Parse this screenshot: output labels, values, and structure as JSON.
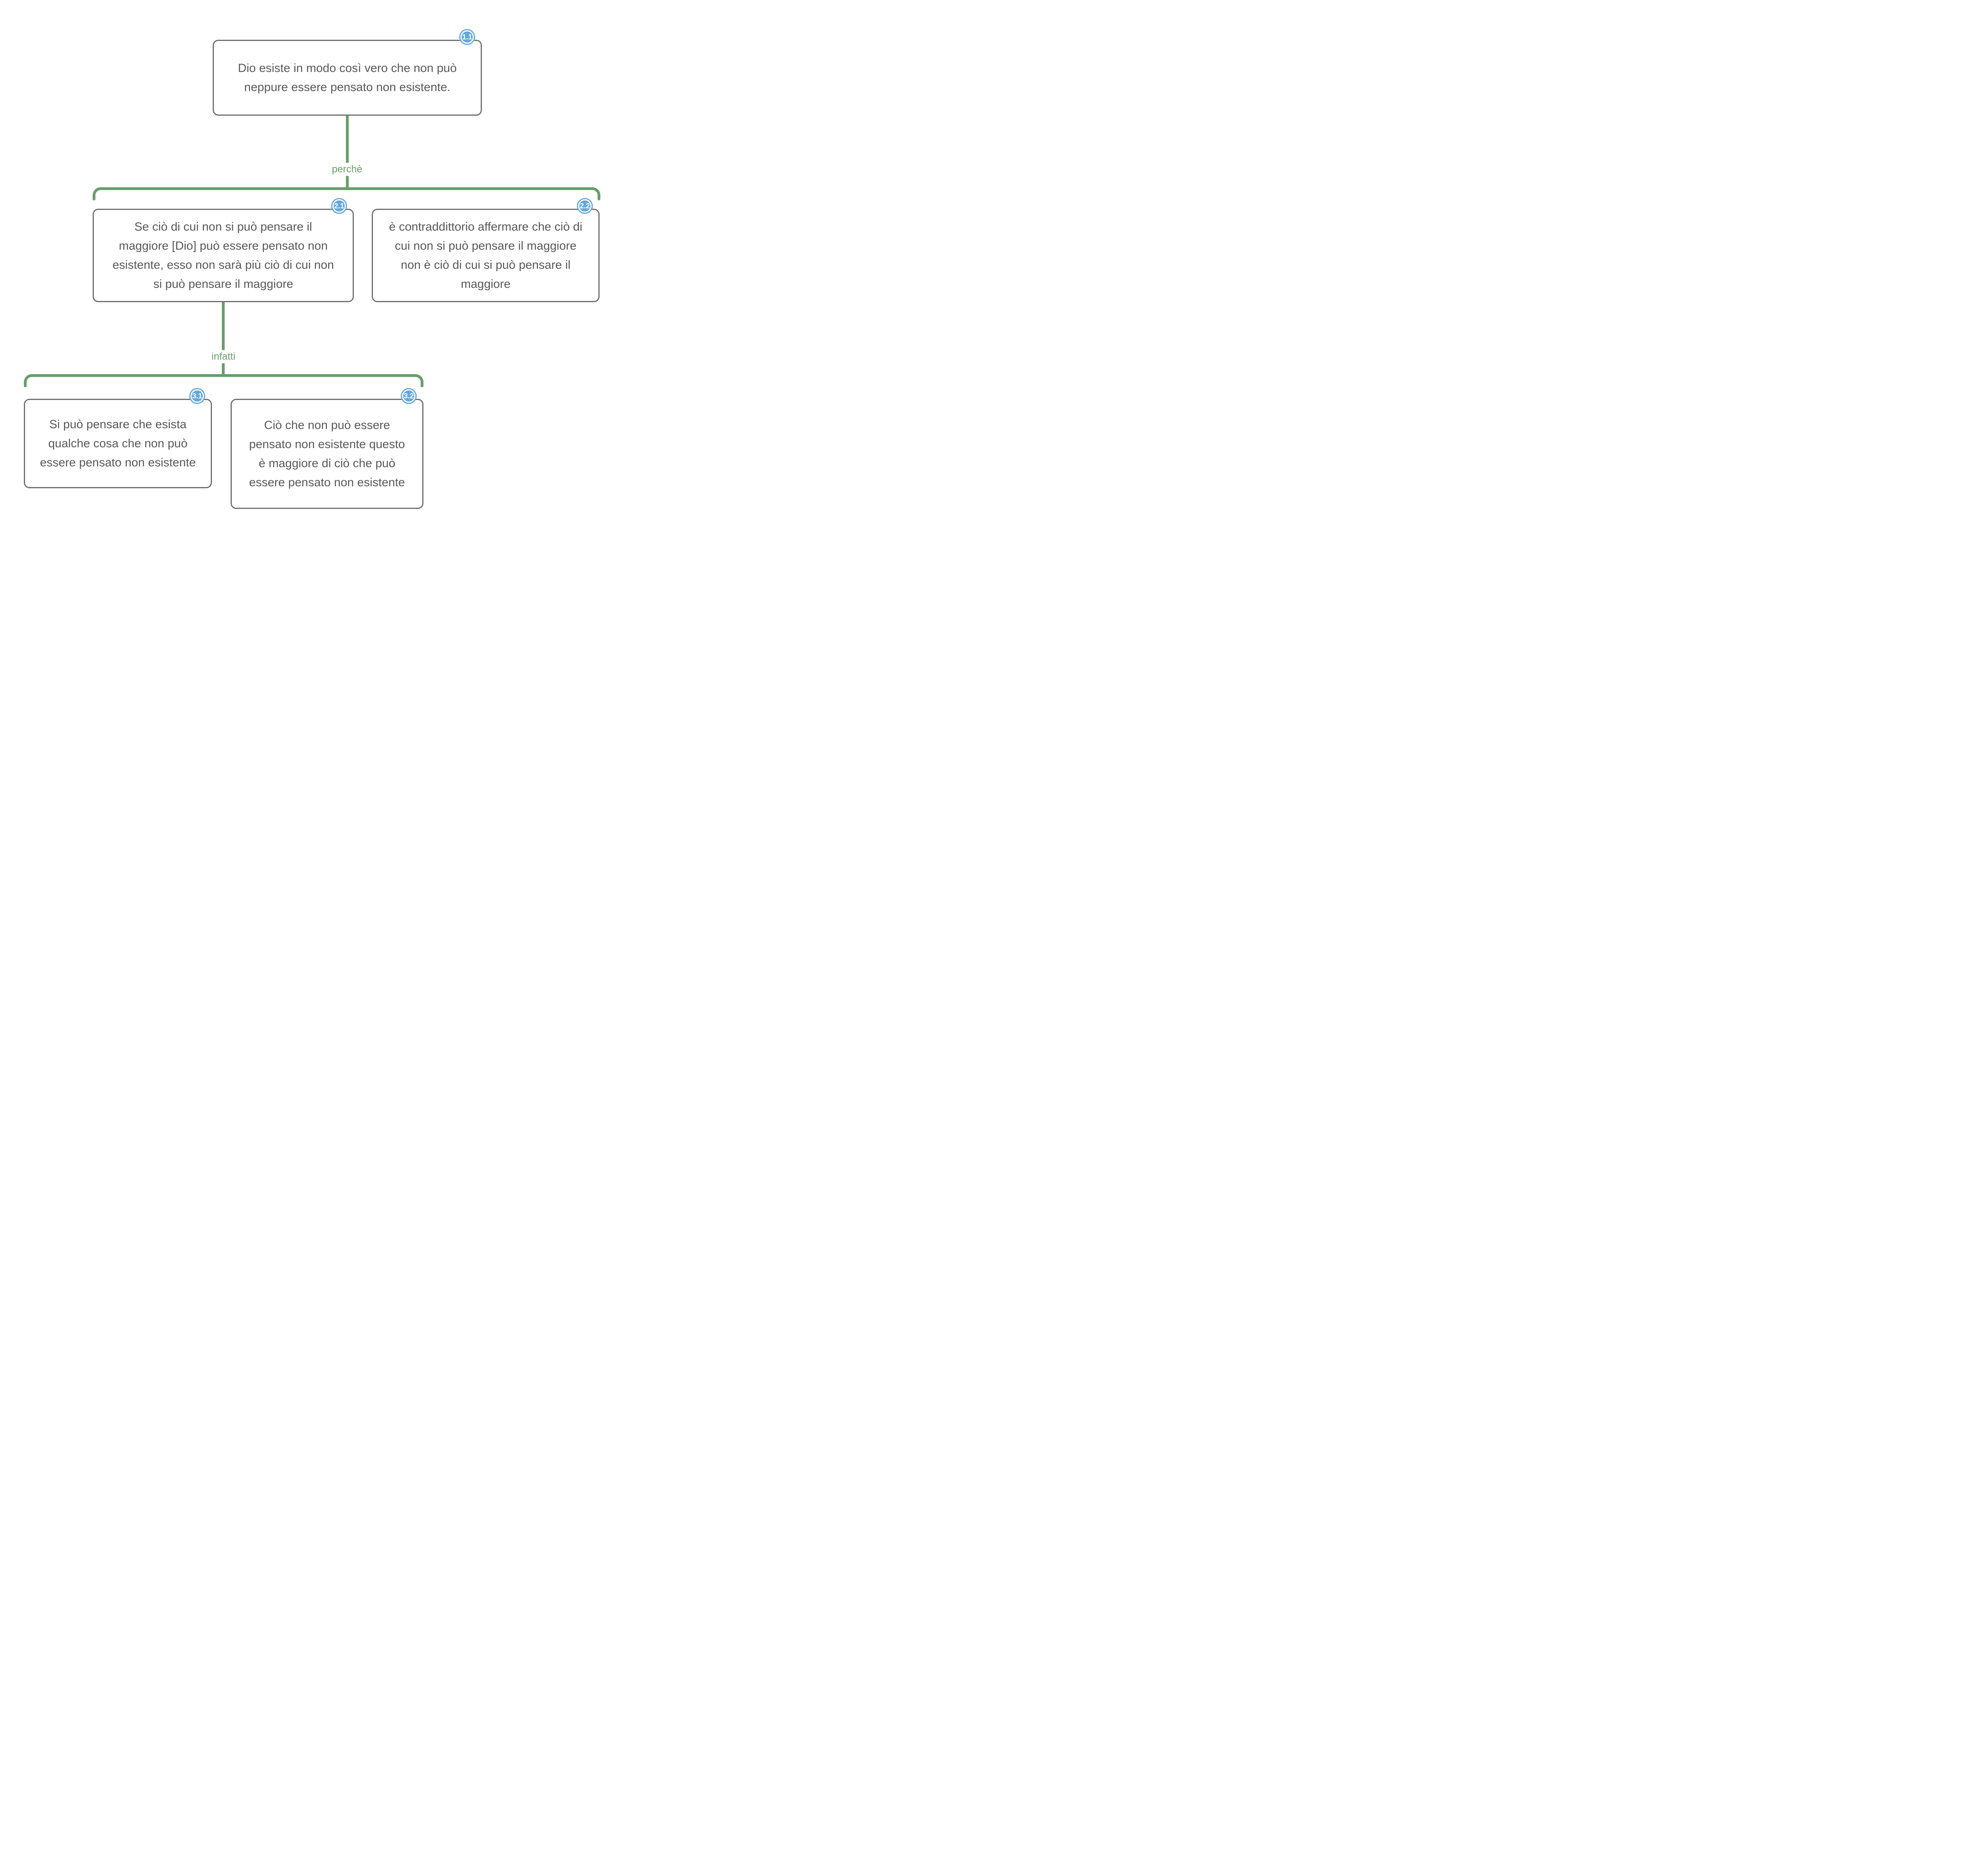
{
  "diagram": {
    "type": "argument-map-tree",
    "colors": {
      "connector_green": "#689e6a",
      "badge_blue": "#64a8dc",
      "box_border_gray": "#6f6f6f",
      "text_gray": "#58585a",
      "background": "#ffffff"
    },
    "nodes": [
      {
        "id": "1.1",
        "text": "Dio esiste in modo così vero che non può neppure essere pensato non esistente."
      },
      {
        "id": "2.1",
        "text": "Se ciò di cui non si può pensare il maggiore [Dio] può essere pensato non esistente, esso non sarà più ciò di cui non si può pensare il maggiore"
      },
      {
        "id": "2.2",
        "text": "è contraddittorio affermare che ciò di cui non si può pensare il maggiore non è ciò di cui si può pensare il maggiore"
      },
      {
        "id": "3.1",
        "text": "Si può pensare che esista qualche cosa che non può essere pensato non esistente"
      },
      {
        "id": "3.2",
        "text": "Ciò che non può essere pensato non esistente questo è maggiore di ciò che può essere pensato non esistente"
      }
    ],
    "connectors": [
      {
        "from": "1.1",
        "label": "perchè",
        "to": [
          "2.1",
          "2.2"
        ]
      },
      {
        "from": "2.1",
        "label": "infatti",
        "to": [
          "3.1",
          "3.2"
        ]
      }
    ]
  }
}
